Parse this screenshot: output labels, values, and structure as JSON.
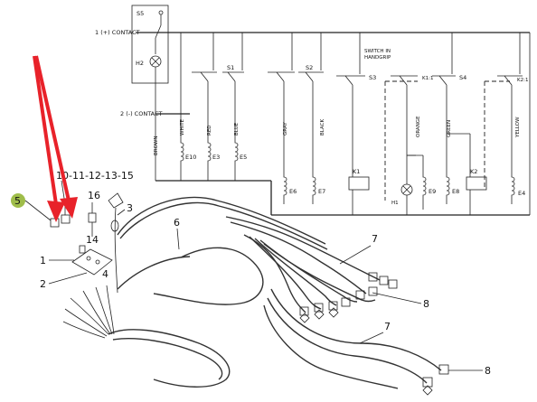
{
  "schematic": {
    "switch_s5": "S5",
    "lamp_h2": "H2",
    "contact_1": "1 (+) CONTACT",
    "contact_2": "2 (-) CONTACT",
    "switch_s1": "S1",
    "switch_s2": "S2",
    "switch_s3": "S3",
    "switch_s4": "S4",
    "handgrip_line1": "SWITCH IN",
    "handgrip_line2": "HANDGRIP",
    "relay_contact_k1": "K1:1",
    "relay_contact_k2": "K2:1",
    "wires": [
      "BROWN",
      "WHITE",
      "RED",
      "BLUE",
      "GRAY",
      "BLACK",
      "ORANGE",
      "GREEN",
      "YELLOW"
    ],
    "valves": [
      "E10",
      "E3",
      "E5",
      "E6",
      "E7",
      "E9",
      "E8",
      "E4"
    ],
    "relay_k1": "K1",
    "relay_k2": "K2",
    "lamp_h1": "H1"
  },
  "callouts": {
    "c1": "1",
    "c2": "2",
    "c3": "3",
    "c4": "4",
    "c5": "5",
    "c6": "6",
    "c7a": "7",
    "c7b": "7",
    "c8a": "8",
    "c8b": "8",
    "c14": "14",
    "c16": "16",
    "group": "10-11-12-13-15"
  },
  "colors": {
    "arrow": "#e8222a",
    "highlight": "#9fbd4a",
    "ink": "#222222"
  }
}
